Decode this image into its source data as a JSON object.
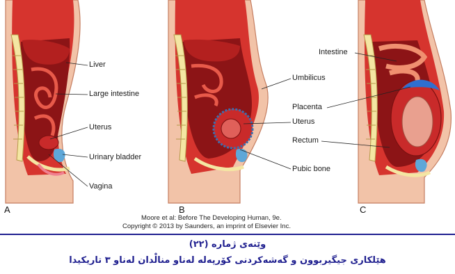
{
  "labels": {
    "liver": "Liver",
    "large_intestine": "Large intestine",
    "uterus_a": "Uterus",
    "urinary_bladder": "Urinary bladder",
    "vagina": "Vagina",
    "umbilicus": "Umbilicus",
    "uterus_b": "Uterus",
    "pubic_bone": "Pubic bone",
    "intestine": "Intestine",
    "placenta": "Placenta",
    "rectum": "Rectum"
  },
  "panels": {
    "a": "A",
    "b": "B",
    "c": "C"
  },
  "credit": {
    "line1": "Moore et al: Before The Developing Human, 9e.",
    "line2": "Copyright © 2013 by Saunders, an imprint of Elsevier Inc."
  },
  "caption": {
    "line1": "وێنەی ژمارە (٢٢)",
    "line2": "هێلکاری جیگیربوون و گەشەکردنی کۆرپەلە لەناو منالْدان لەناو ٣ تاریکیدا"
  },
  "colors": {
    "skin": "#f2c3a8",
    "tissue": "#d6342e",
    "cavity": "#8c1416",
    "bone": "#f4e6a3",
    "bladder": "#5ea7d8",
    "caption": "#1f1f8f"
  }
}
